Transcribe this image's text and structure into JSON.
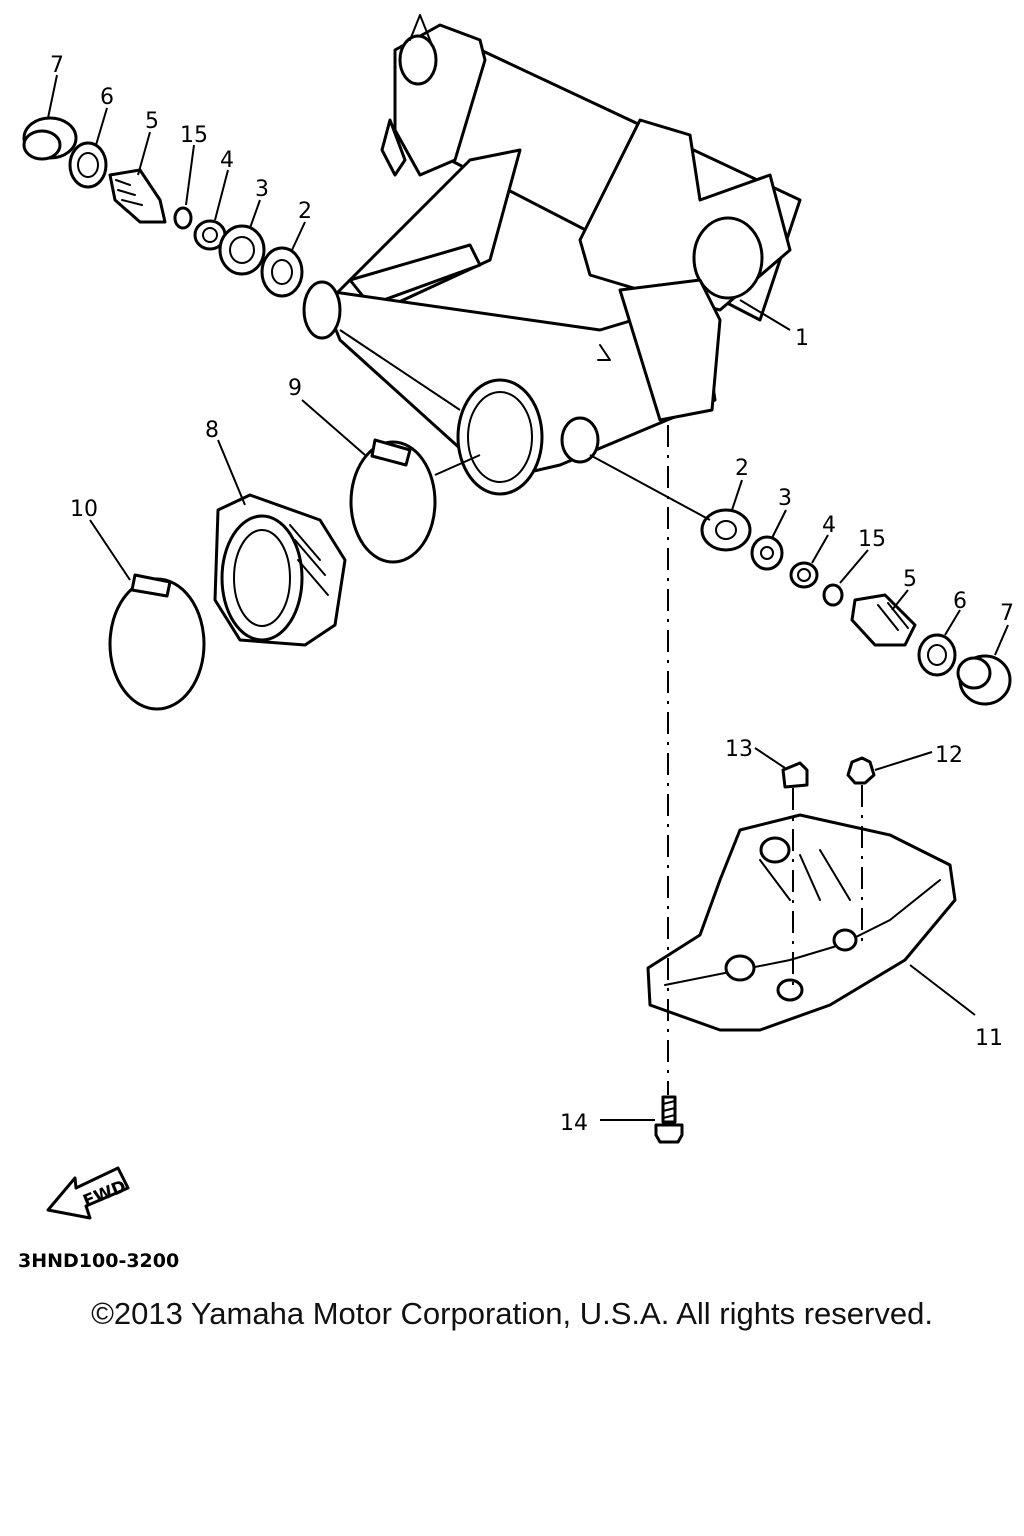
{
  "diagram": {
    "callouts": {
      "c1": "1",
      "c2a": "2",
      "c2b": "2",
      "c3a": "3",
      "c3b": "3",
      "c4a": "4",
      "c4b": "4",
      "c5a": "5",
      "c5b": "5",
      "c6a": "6",
      "c6b": "6",
      "c7a": "7",
      "c7b": "7",
      "c8": "8",
      "c9": "9",
      "c10": "10",
      "c11": "11",
      "c12": "12",
      "c13": "13",
      "c14": "14",
      "c15a": "15",
      "c15b": "15"
    },
    "fwd_label": "FWD",
    "drawing_code": "3HND100-3200"
  },
  "footer": {
    "copyright": "©2013 Yamaha Motor Corporation, U.S.A. All rights reserved."
  }
}
